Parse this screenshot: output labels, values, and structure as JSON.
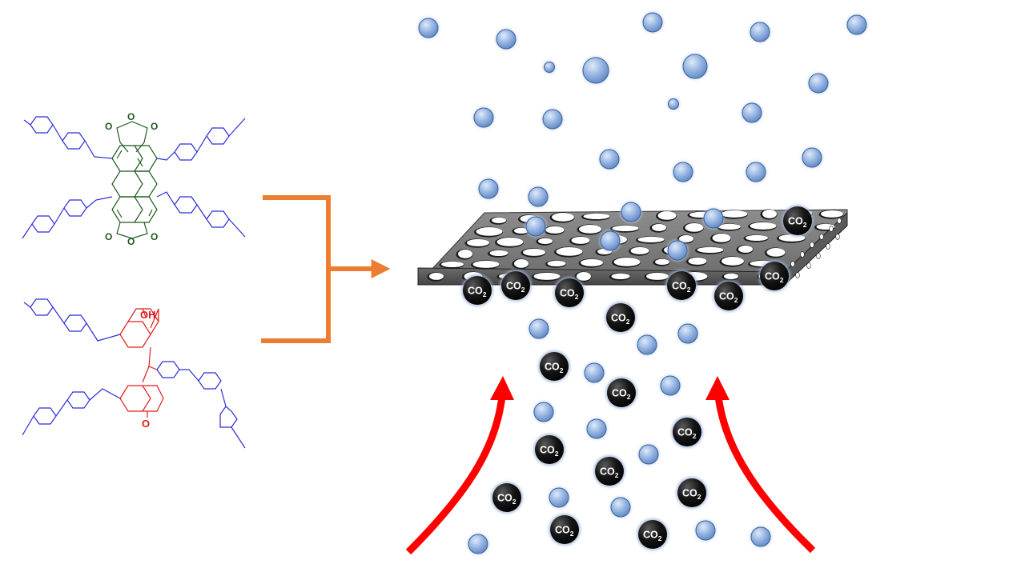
{
  "labels": {
    "co2_main": "CO",
    "co2_sub": "2",
    "hydroxyl": "OH",
    "oxygen": "O"
  },
  "colors": {
    "linker_blue": "#2b2bd9",
    "perylene_green": "#1e5a1e",
    "naphthol_red": "#e31b1b",
    "bracket_orange": "#ed7d31",
    "flow_arrow_red": "#ff0000",
    "small_molecule": "#8fb0e0",
    "co2_molecule": "#111111",
    "membrane_gray": "#7a7a7a"
  },
  "icons": {
    "small_molecule": "blue-sphere-icon",
    "co2_molecule": "black-sphere-icon",
    "membrane": "porous-membrane-icon"
  }
}
